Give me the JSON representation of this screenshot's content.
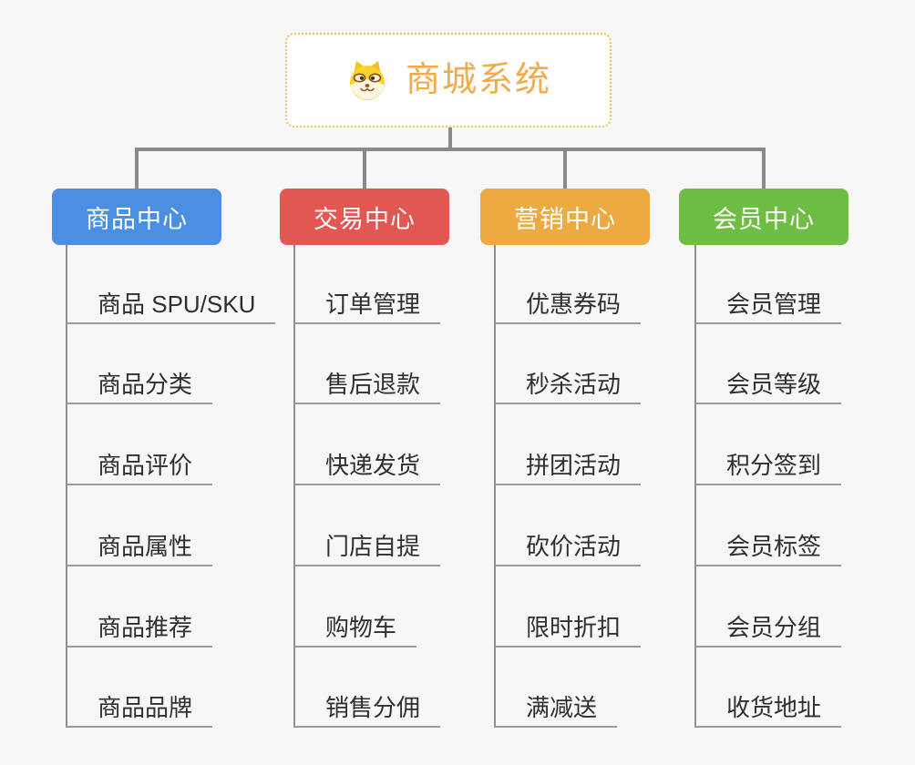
{
  "page": {
    "background_color": "#f7f7f7",
    "connector_color": "#8a8a8a"
  },
  "root": {
    "title": "商城系统",
    "icon": "doge-icon",
    "title_color": "#f0ab4c",
    "border_color": "#f0bc62",
    "background_color": "#ffffff"
  },
  "branches": [
    {
      "label": "商品中心",
      "color": "#4a8fe2",
      "items": [
        "商品 SPU/SKU",
        "商品分类",
        "商品评价",
        "商品属性",
        "商品推荐",
        "商品品牌"
      ]
    },
    {
      "label": "交易中心",
      "color": "#e25752",
      "items": [
        "订单管理",
        "售后退款",
        "快递发货",
        "门店自提",
        "购物车",
        "销售分佣"
      ]
    },
    {
      "label": "营销中心",
      "color": "#ecaa40",
      "items": [
        "优惠券码",
        "秒杀活动",
        "拼团活动",
        "砍价活动",
        "限时折扣",
        "满减送"
      ]
    },
    {
      "label": "会员中心",
      "color": "#6fbe44",
      "items": [
        "会员管理",
        "会员等级",
        "积分签到",
        "会员标签",
        "会员分组",
        "收货地址"
      ]
    }
  ]
}
